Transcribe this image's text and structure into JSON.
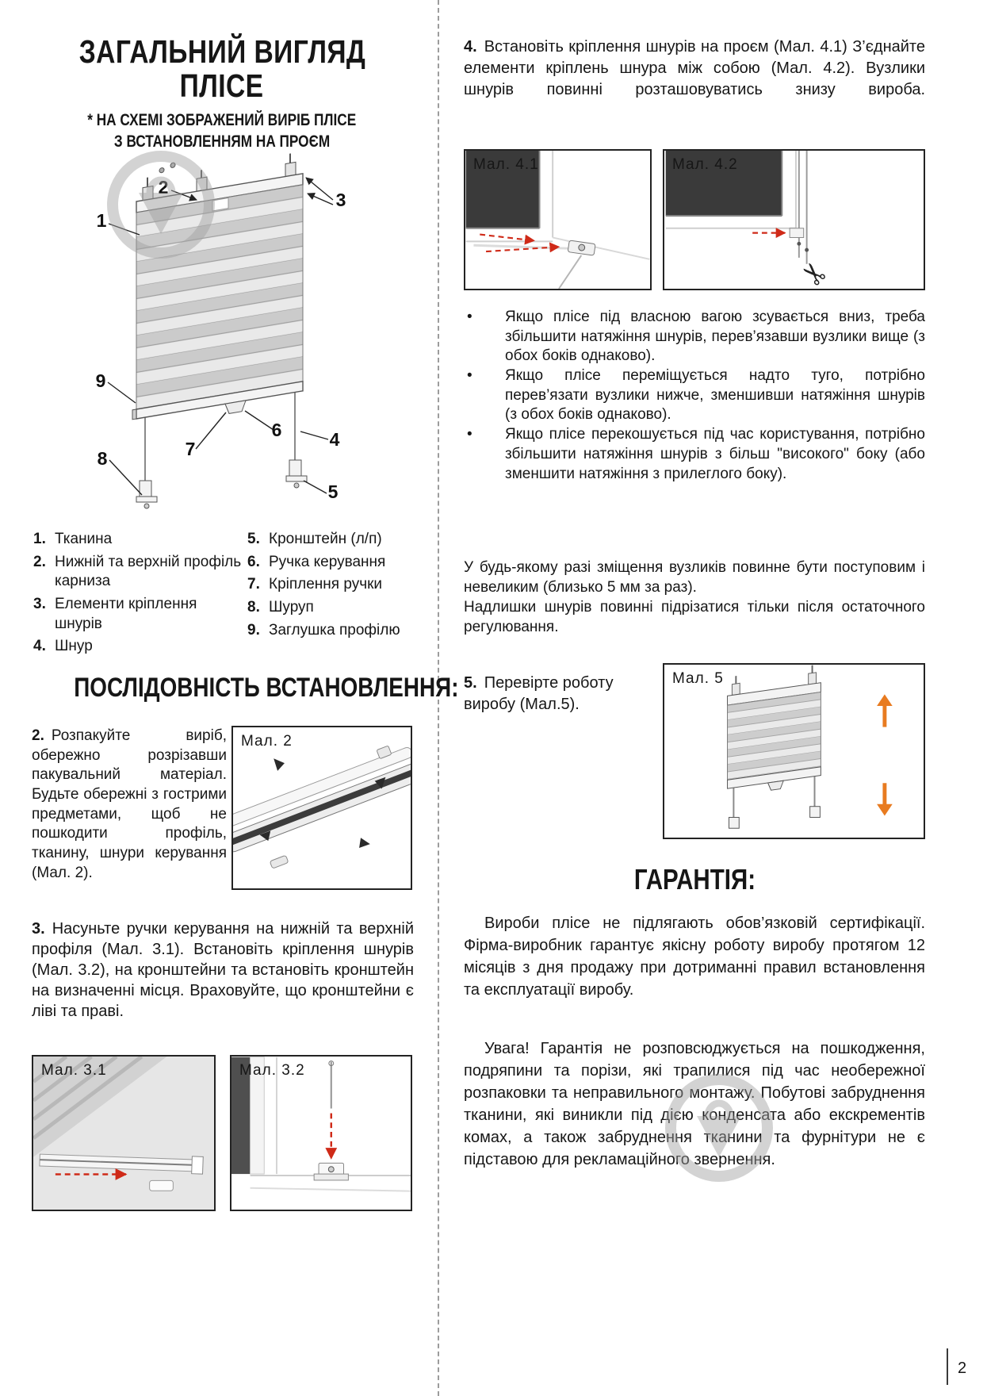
{
  "page_number": "2",
  "bullet_char": "•",
  "icons": {
    "scissors": "✂"
  },
  "overview": {
    "title_line1": "ЗАГАЛЬНИЙ ВИГЛЯД",
    "title_line2": "ПЛІСЕ",
    "subtitle_line1": "* НА СХЕМІ ЗОБРАЖЕНИЙ ВИРІБ ПЛІСЕ",
    "subtitle_line2": "З ВСТАНОВЛЕННЯМ НА ПРОЄМ",
    "callouts": [
      "1",
      "2",
      "3",
      "4",
      "5",
      "6",
      "7",
      "8",
      "9"
    ],
    "legend": {
      "left": [
        {
          "num": "1.",
          "text": "Тканина"
        },
        {
          "num": "2.",
          "text": "Нижній та верхній профіль карниза"
        },
        {
          "num": "3.",
          "text": "Елементи кріплення шнурів"
        },
        {
          "num": "4.",
          "text": "Шнур"
        }
      ],
      "right": [
        {
          "num": "5.",
          "text": "Кронштейн (л/п)"
        },
        {
          "num": "6.",
          "text": "Ручка керування"
        },
        {
          "num": "7.",
          "text": "Кріплення ручки"
        },
        {
          "num": "8.",
          "text": "Шуруп"
        },
        {
          "num": "9.",
          "text": "Заглушка профілю"
        }
      ]
    }
  },
  "sequence": {
    "heading": "ПОСЛІДОВНІСТЬ ВСТАНОВЛЕННЯ:",
    "step2": {
      "num": "2.",
      "text": "Розпакуйте виріб, обережно розрізавши пакувальний матеріал. Будьте обережні з гострими предметами, щоб не пошкодити профіль, тканину, шнури керування (Мал. 2)."
    },
    "step3": {
      "num": "3.",
      "text": "Насуньте ручки керування на нижній та верхній профіля (Мал. 3.1). Встановіть кріплення шнурів (Мал. 3.2), на кронштейни та встановіть кронштейн на визначенні місця. Враховуйте, що кронштейни є ліві та праві."
    },
    "step4": {
      "num": "4.",
      "text": "Встановіть кріплення шнурів на проєм (Мал. 4.1) З’єднайте елементи кріплень шнура між собою (Мал. 4.2). Вузлики шнурів повинні розташовуватись знизу вироба."
    },
    "step5": {
      "num": "5.",
      "text": "Перевірте роботу виробу (Мал.5)."
    },
    "adjustment_bullets": [
      "Якщо плісе під власною вагою зсувається вниз, треба збільшити натяжіння шнурів, перев’язавши вузлики вище (з обох боків однаково).",
      "Якщо плісе переміщується надто туго, потрібно перев’язати вузлики нижче, зменшивши натяжіння шнурів (з обох боків однаково).",
      "Якщо плісе перекошується під час користування, потрібно збільшити натяжіння шнурів з більш \"високого\" боку (або зменшити натяжіння з прилеглого боку)."
    ],
    "note1": "У будь-якому разі зміщення вузликів повинне бути поступовим і невеликим (близько 5 мм за раз).",
    "note2": "Надлишки шнурів повинні підрізатися тільки після остаточного регулювання."
  },
  "figures": {
    "fig2": "Мал. 2",
    "fig31": "Мал. 3.1",
    "fig32": "Мал. 3.2",
    "fig41": "Мал. 4.1",
    "fig42": "Мал. 4.2",
    "fig5": "Мал. 5"
  },
  "warranty": {
    "heading": "ГАРАНТІЯ:",
    "p1": "Вироби плісе не підлягають обов’язковій сертифікації. Фірма-виробник гарантує якісну роботу виробу протягом 12 місяців з дня продажу при дотриманні правил встановлення та експлуатації виробу.",
    "p2": "Увага! Гарантія не розповсюджується на пошкодження, подряпини та порізи, які трапилися під час необережної розпаковки та неправильного монтажу. Побутові забруднення тканини, які виникли під дією конденсата або екскрементів комах, а також забруднення тканини та фурнітури не є підставою для рекламаційного звернення."
  }
}
